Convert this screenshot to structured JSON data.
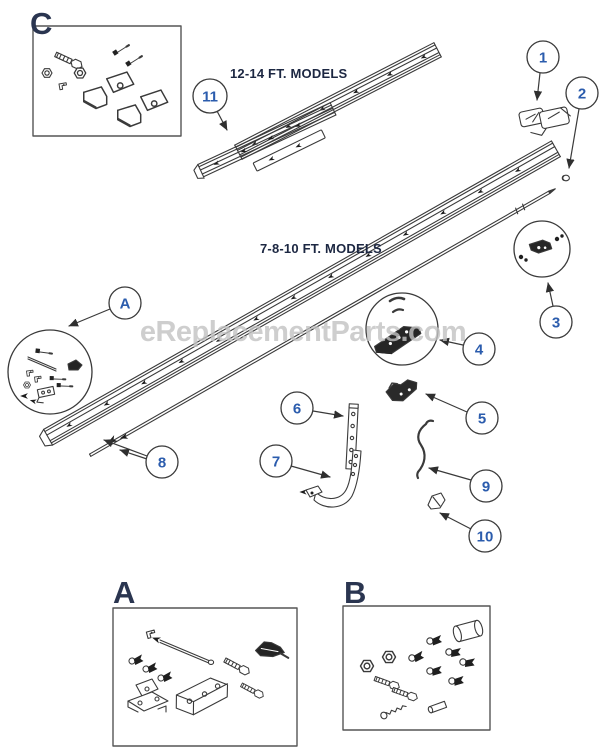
{
  "diagram": {
    "section_label": "C",
    "watermark": "eReplacementParts.com",
    "rail_labels": {
      "long_models": "12-14 FT. MODELS",
      "short_models": "7-8-10 FT. MODELS"
    },
    "kits": {
      "kit_a_label": "A",
      "kit_b_label": "B"
    },
    "callouts": [
      {
        "label": "1"
      },
      {
        "label": "2"
      },
      {
        "label": "3"
      },
      {
        "label": "4"
      },
      {
        "label": "5"
      },
      {
        "label": "6"
      },
      {
        "label": "7"
      },
      {
        "label": "8"
      },
      {
        "label": "9"
      },
      {
        "label": "10"
      },
      {
        "label": "11"
      },
      {
        "label": "A"
      }
    ],
    "colors": {
      "background": "#ffffff",
      "line_art": "#3a3a3a",
      "dark_part_fill": "#222222",
      "callout_number": "#2b5cad",
      "section_letter": "#2a3550",
      "model_label": "#1c2742",
      "watermark": "#c3c3c3",
      "box_border": "#555555"
    }
  }
}
